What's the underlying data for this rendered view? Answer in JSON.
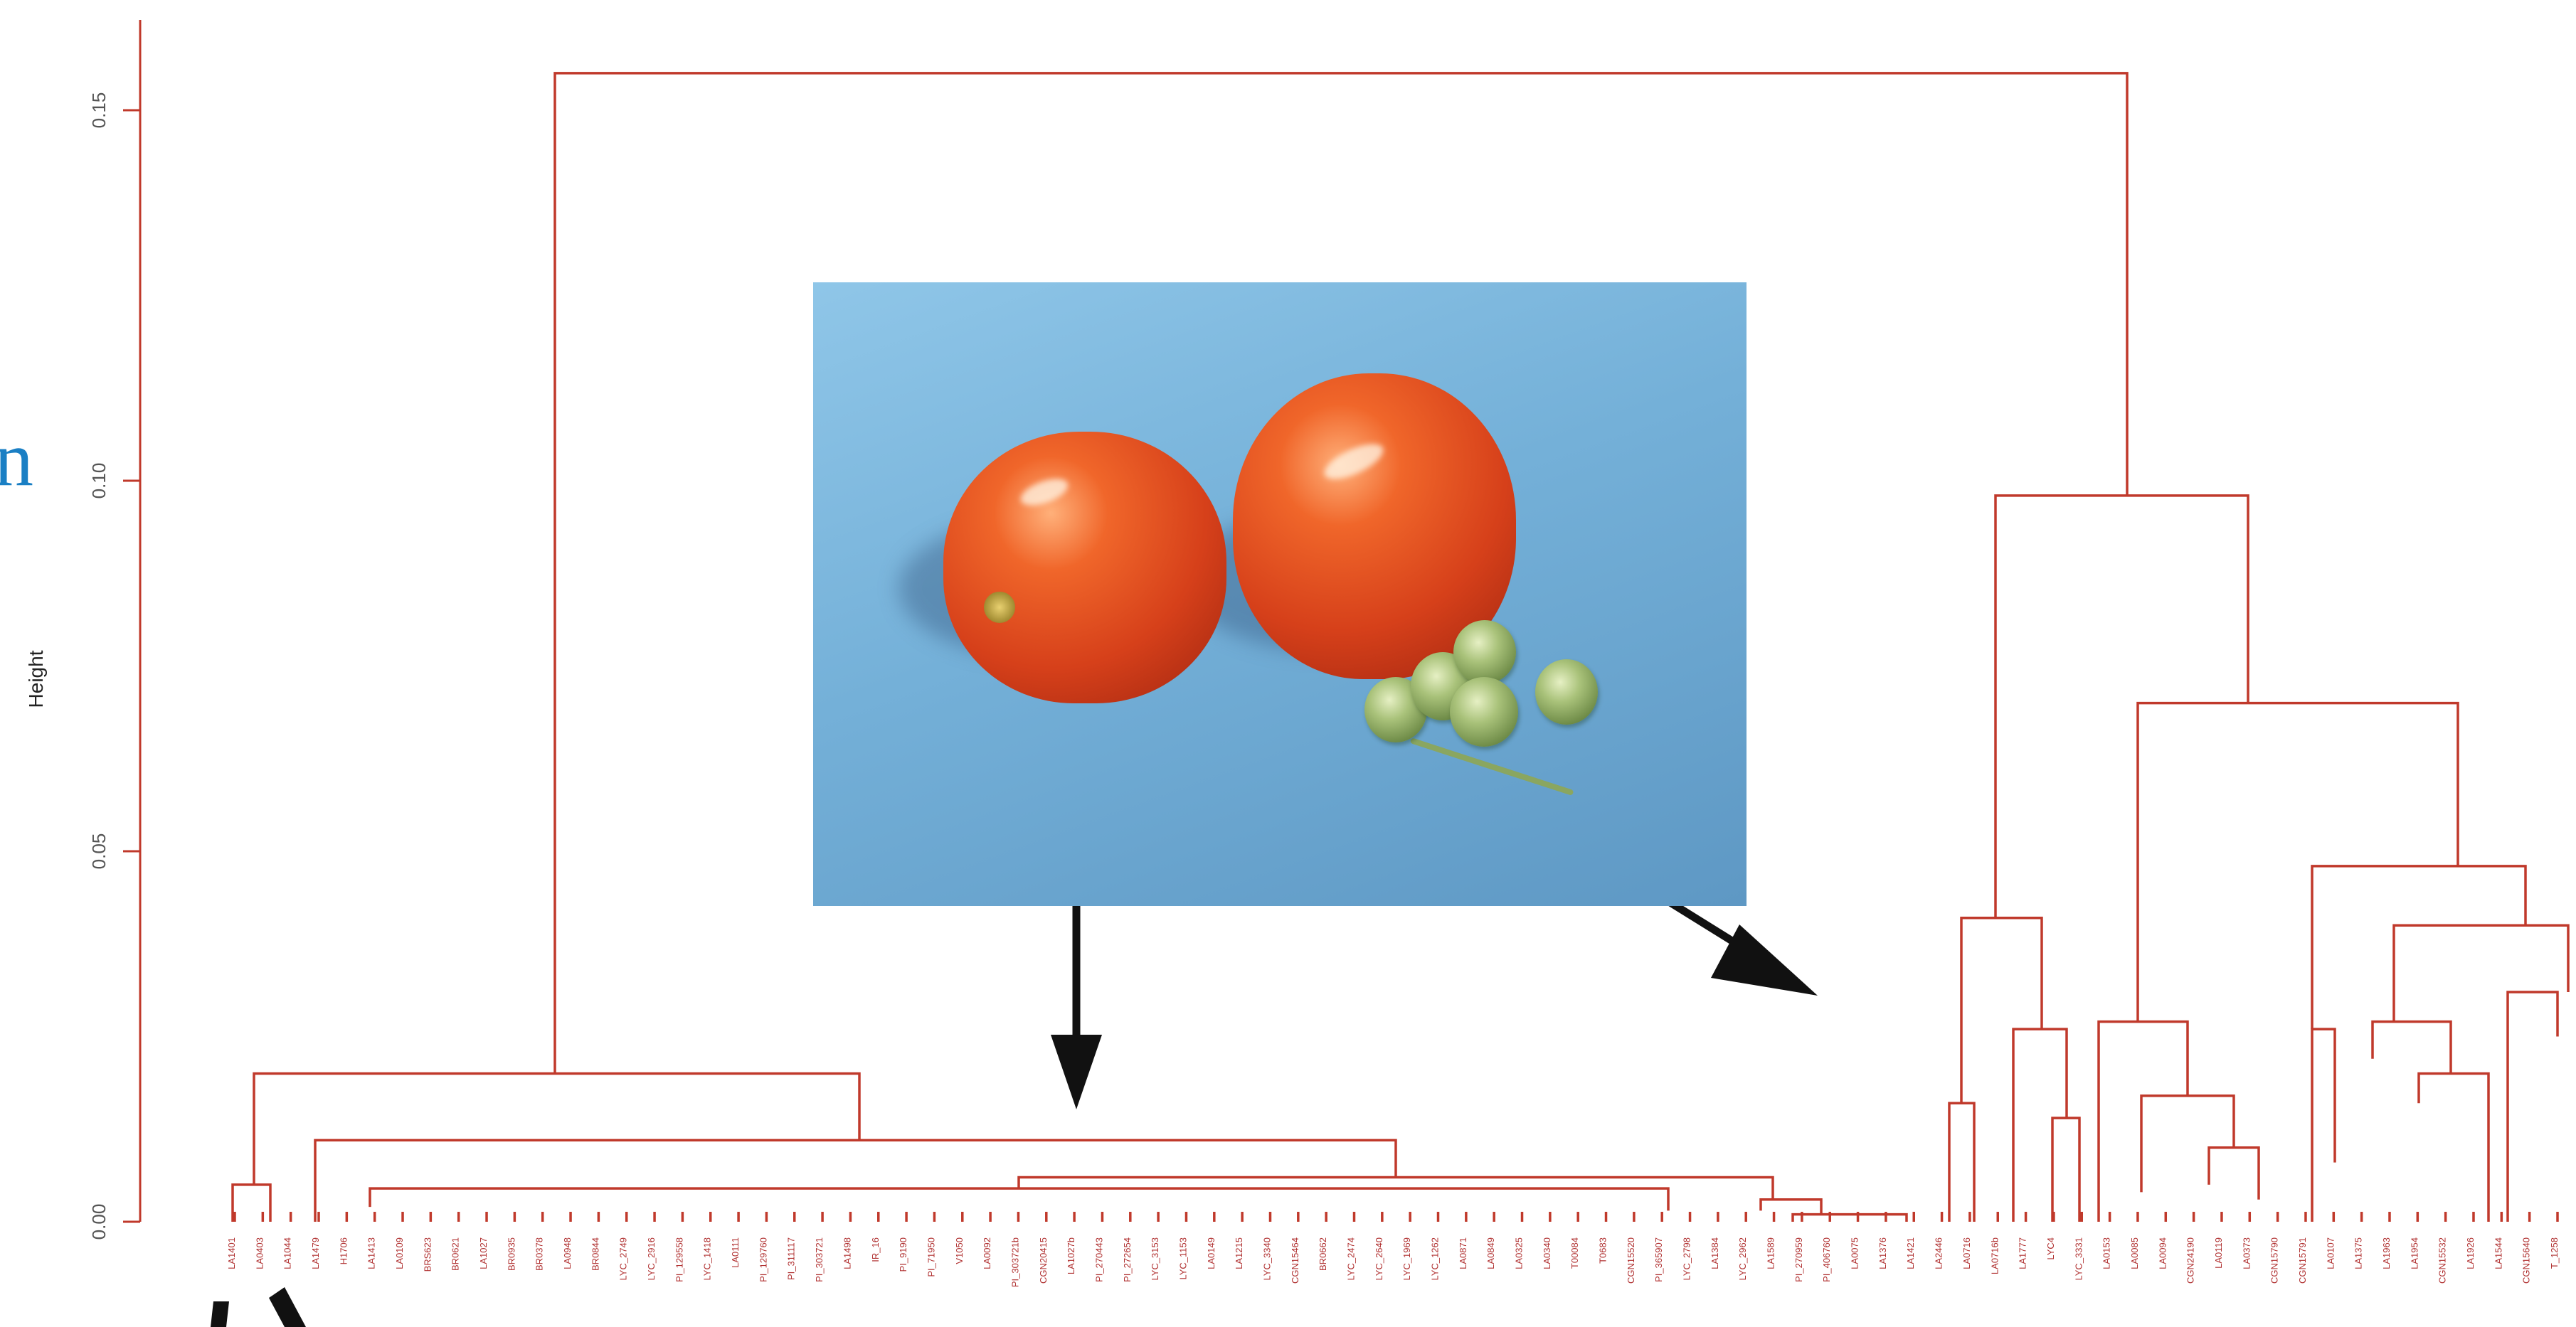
{
  "y_axis": {
    "title": "Height",
    "range": [
      0,
      0.16
    ],
    "tick_values": [
      0.0,
      0.05,
      0.1,
      0.15
    ],
    "tick_labels": [
      "0.00",
      "0.05",
      "0.10",
      "0.15"
    ]
  },
  "stray_glyph": "n",
  "photo": {
    "subjects": [
      "cultivated tomato fruit",
      "cultivated tomato fruit",
      "wild tomato berries"
    ],
    "background_color": "#7ab6dc"
  },
  "colors": {
    "branch": "#c0392b",
    "leaf_label": "#b03030",
    "arrow": "#111111",
    "stray_glyph": "#1a7fc4"
  },
  "dendrogram": {
    "root_height": 0.155,
    "left_cluster_height": 0.02,
    "right_cluster_height": 0.098,
    "leaf_labels": [
      "LA1401",
      "LA0403",
      "LA1044",
      "LA1479",
      "H1706",
      "LA1413",
      "LA0109",
      "BRS623",
      "BR0621",
      "LA1027",
      "BR0935",
      "BR0378",
      "LA0948",
      "BR0844",
      "LYC_2749",
      "LYC_2916",
      "PI_129558",
      "LYC_1418",
      "LA0111",
      "PI_129760",
      "PI_311117",
      "PI_303721",
      "LA1498",
      "IR_16",
      "PI_9190",
      "PI_71950",
      "V1050",
      "LA0092",
      "PI_303721b",
      "CGN20415",
      "LA1027b",
      "PI_270443",
      "PI_272654",
      "LYC_3153",
      "LYC_1153",
      "LA0149",
      "LA1215",
      "LYC_3340",
      "CGN15464",
      "BR0662",
      "LYC_2474",
      "LYC_2640",
      "LYC_1969",
      "LYC_1262",
      "LA0871",
      "LA0849",
      "LA0325",
      "LA0340",
      "T00084",
      "T0683",
      "CGN15520",
      "PI_365907",
      "LYC_2798",
      "LA1384",
      "LYC_2962",
      "LA1589",
      "PI_270959",
      "PI_406760",
      "LA0075",
      "LA1376",
      "LA1421",
      "LA2446",
      "LA0716",
      "LA0716b",
      "LA1777",
      "LYC4",
      "LYC_3331",
      "LA0153",
      "LA0085",
      "LA0094",
      "CGN24190",
      "LA0119",
      "LA0373",
      "CGN15790",
      "CGN15791",
      "LA0107",
      "LA1375",
      "LA1963",
      "LA1954",
      "CGN15532",
      "LA1926",
      "LA1544",
      "CGN15640",
      "T_1258"
    ]
  }
}
